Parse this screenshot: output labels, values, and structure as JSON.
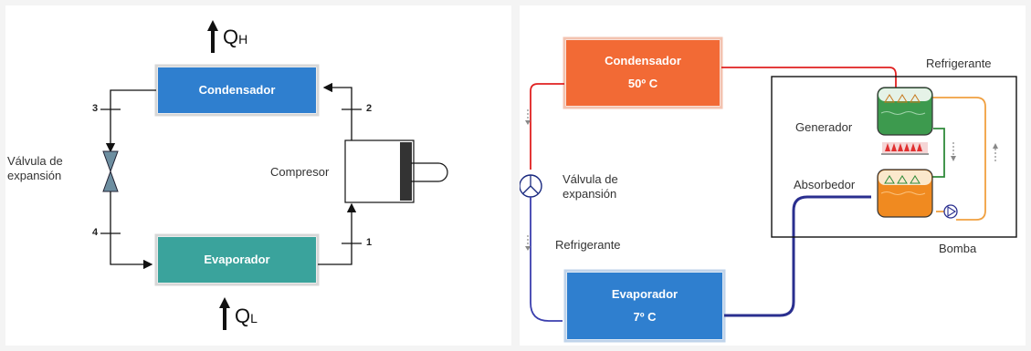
{
  "left": {
    "condenser": "Condensador",
    "evaporator": "Evaporador",
    "compressor": "Compresor",
    "valve": "Válvula de expansión",
    "q_high": {
      "symbol": "Q",
      "sub": "H"
    },
    "q_low": {
      "symbol": "Q",
      "sub": "L"
    },
    "points": [
      "1",
      "2",
      "3",
      "4"
    ]
  },
  "right": {
    "condenser": {
      "name": "Condensador",
      "temp": "50º C"
    },
    "evaporator": {
      "name": "Evaporador",
      "temp": "7º C"
    },
    "valve": "Válvula de expansión",
    "refrigerant_top": "Refrigerante",
    "refrigerant_left": "Refrigerante",
    "generator": "Generador",
    "absorber": "Absorbedor",
    "pump": "Bomba"
  },
  "colors": {
    "condenser_blue": "#2f7fcf",
    "evaporator_teal": "#3aa39c",
    "condenser_orange": "#f26a35",
    "evaporator_blue": "#2f7fcf",
    "hot_line": "#e02020",
    "cold_line": "#2a2f8f",
    "loop_line": "#f0a040",
    "green_line": "#2f8a3a"
  }
}
